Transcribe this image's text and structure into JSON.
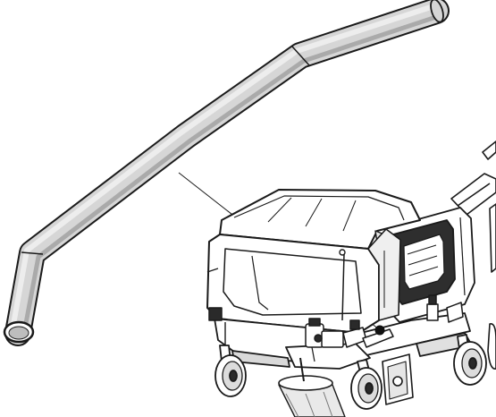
{
  "figure": {
    "description_visible_text": [],
    "colors": {
      "background": "#ffffff",
      "ink": "#1a1a1a",
      "hose_fill": "#d6d6d6",
      "hose_highlight": "#ececec",
      "hose_shadow": "#a8a8a8",
      "machine_fill": "#ffffff",
      "panel_shade": "#e6e6e6",
      "dark_part": "#2a2a2a",
      "brush_fill": "#e9e9e9"
    },
    "parts": [
      "suction-hose",
      "hose-opening",
      "leader-line",
      "debris-hopper",
      "hopper-lid",
      "side-panel",
      "front-wheels",
      "rear-wheels",
      "side-brush",
      "steering-column",
      "connection-point"
    ]
  }
}
